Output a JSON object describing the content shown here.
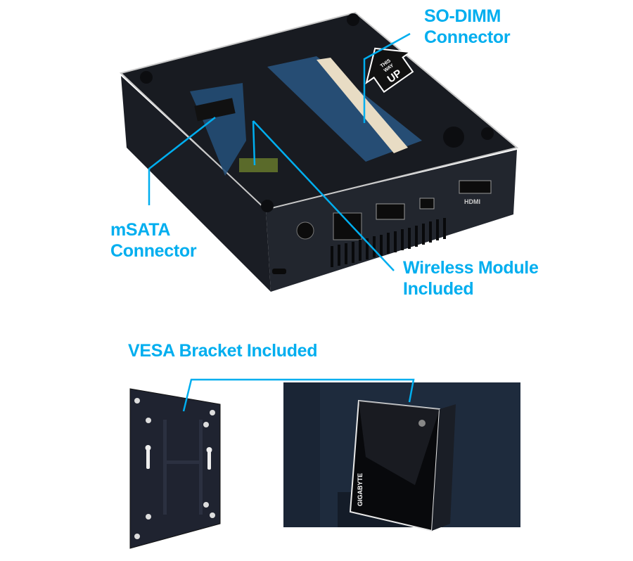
{
  "callouts": {
    "sodimm": {
      "line1": "SO-DIMM",
      "line2": "Connector"
    },
    "msata": {
      "line1": "mSATA",
      "line2": "Connector"
    },
    "wireless": {
      "line1": "Wireless Module",
      "line2": "Included"
    },
    "vesa": {
      "title": "VESA Bracket Included"
    }
  },
  "device_markings": {
    "sticker_top": "THIS",
    "sticker_mid": "WAY",
    "sticker_up": "UP",
    "hdmi_port": "HDMI",
    "brand": "GIGABYTE"
  },
  "colors": {
    "accent": "#00aeef",
    "device": "#1c1f26",
    "board": "#2a5a8a"
  }
}
